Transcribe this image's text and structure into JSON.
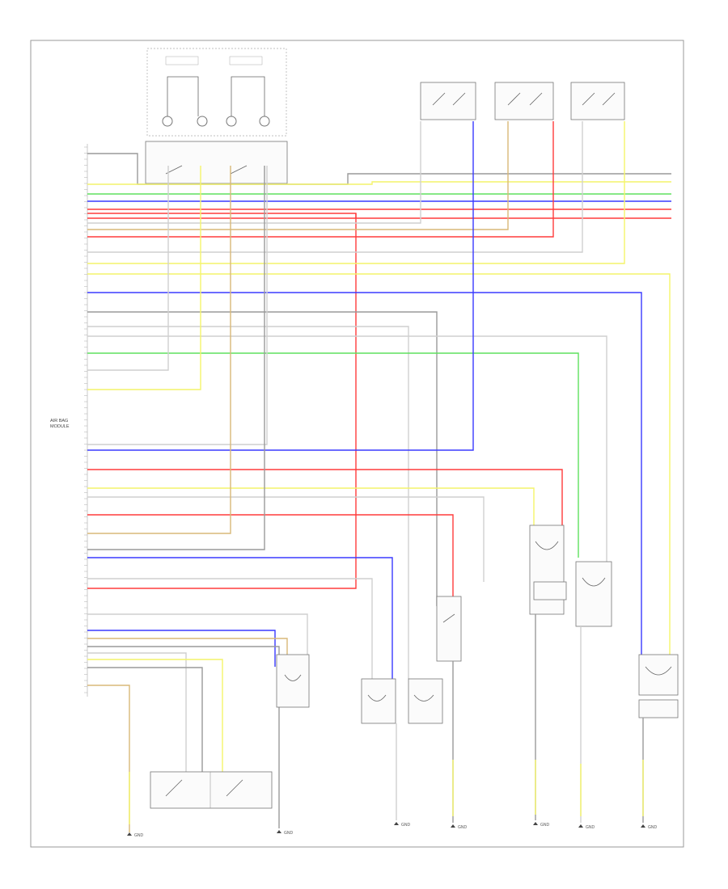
{
  "diagram": {
    "module_label": [
      "AIR BAG",
      "MODULE"
    ],
    "ground_label": "GND",
    "footer_code": "",
    "colors": {
      "red": "#ff3b3b",
      "blue": "#3a3aff",
      "green": "#5ee05e",
      "yellow": "#f4f46a",
      "tan": "#d8b878",
      "gray": "#9a9a9a",
      "lightgray": "#cfcfcf"
    }
  }
}
